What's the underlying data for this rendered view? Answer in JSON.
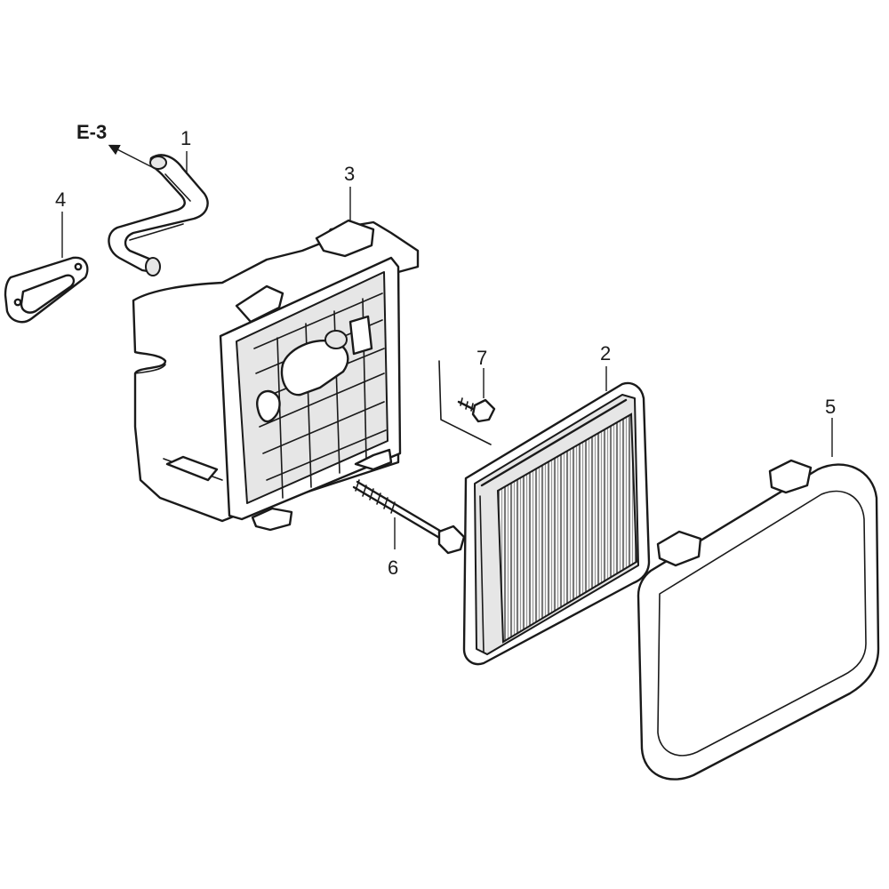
{
  "reference": {
    "label": "E-3"
  },
  "callouts": [
    {
      "id": "1",
      "label": "1"
    },
    {
      "id": "2",
      "label": "2"
    },
    {
      "id": "3",
      "label": "3"
    },
    {
      "id": "4",
      "label": "4"
    },
    {
      "id": "5",
      "label": "5"
    },
    {
      "id": "6",
      "label": "6"
    },
    {
      "id": "7",
      "label": "7"
    }
  ],
  "colors": {
    "line": "#1a1a1a",
    "background": "#ffffff",
    "shade": "#e6e6e6"
  }
}
